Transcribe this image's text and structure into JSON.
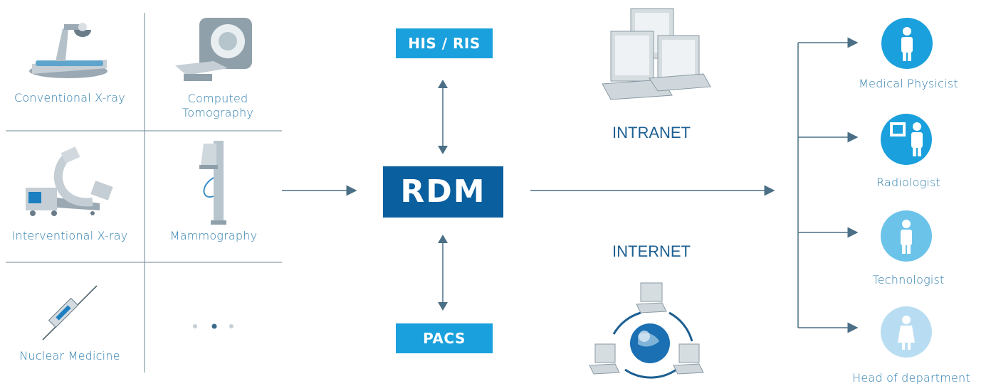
{
  "modalities": {
    "conventional_xray": "Conventional X-ray",
    "computed_tomography": "Computed\nTomography",
    "interventional_xray": "Interventional X-ray",
    "mammography": "Mammography",
    "nuclear_medicine": "Nuclear Medicine"
  },
  "center": {
    "his_ris": "HIS / RIS",
    "rdm": "RDM",
    "pacs": "PACS"
  },
  "networks": {
    "intranet": "INTRANET",
    "internet": "INTERNET"
  },
  "roles": {
    "medical_physicist": "Medical Physicist",
    "radiologist": "Radiologist",
    "technologist": "Technologist",
    "head_of_department": "Head of department"
  },
  "colors": {
    "label_blue": "#2e7eae",
    "box_light_blue": "#1aa0dc",
    "rdm_dark_blue": "#0a5f9e",
    "arrow_gray": "#4a6f86",
    "role_blue": "#1aa0dc",
    "role_light": "#6cc3ea",
    "role_pale": "#b8ddf2"
  }
}
